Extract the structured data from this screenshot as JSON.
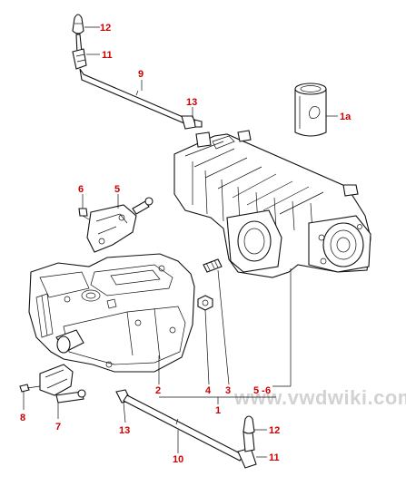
{
  "diagram": {
    "watermark": "www.vwdwiki.com",
    "callouts": {
      "c12_top": "12",
      "c11_top": "11",
      "c9": "9",
      "c13_top": "13",
      "c1a": "1a",
      "c6": "6",
      "c5_top": "5",
      "c2": "2",
      "c4": "4",
      "c3": "3",
      "c5_bottom": "5",
      "c6_bottom": "6",
      "c1": "1",
      "c8": "8",
      "c7": "7",
      "c13_bottom": "13",
      "c12_bottom": "12",
      "c10": "10",
      "c11_bottom": "11"
    }
  }
}
